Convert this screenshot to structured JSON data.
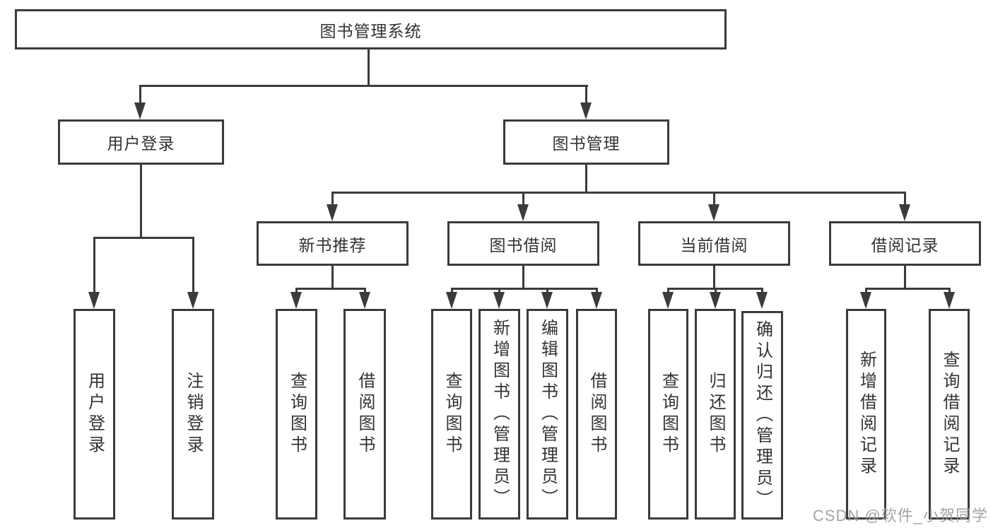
{
  "diagram": {
    "root": {
      "label": "图书管理系统"
    },
    "level2": [
      {
        "label": "用户登录"
      },
      {
        "label": "图书管理"
      }
    ],
    "level3": [
      {
        "label": "新书推荐",
        "parent": "图书管理"
      },
      {
        "label": "图书借阅",
        "parent": "图书管理"
      },
      {
        "label": "当前借阅",
        "parent": "图书管理"
      },
      {
        "label": "借阅记录",
        "parent": "图书管理"
      }
    ],
    "leaves": [
      {
        "label": "用户登录",
        "parent": "用户登录"
      },
      {
        "label": "注销登录",
        "parent": "用户登录"
      },
      {
        "label": "查询图书",
        "parent": "新书推荐"
      },
      {
        "label": "借阅图书",
        "parent": "新书推荐"
      },
      {
        "label": "查询图书",
        "parent": "图书借阅"
      },
      {
        "label": "新增图书（管理员）",
        "parent": "图书借阅"
      },
      {
        "label": "编辑图书（管理员）",
        "parent": "图书借阅"
      },
      {
        "label": "借阅图书",
        "parent": "图书借阅"
      },
      {
        "label": "查询图书",
        "parent": "当前借阅"
      },
      {
        "label": "归还图书",
        "parent": "当前借阅"
      },
      {
        "label": "确认归还（管理员）",
        "parent": "当前借阅"
      },
      {
        "label": "新增借阅记录",
        "parent": "借阅记录"
      },
      {
        "label": "查询借阅记录",
        "parent": "借阅记录"
      }
    ],
    "watermark": "CSDN @软件_小贺同学",
    "colors": {
      "line": "#3b3b3b",
      "text": "#333333",
      "watermark": "#9b9b9b",
      "background": "#ffffff"
    }
  }
}
